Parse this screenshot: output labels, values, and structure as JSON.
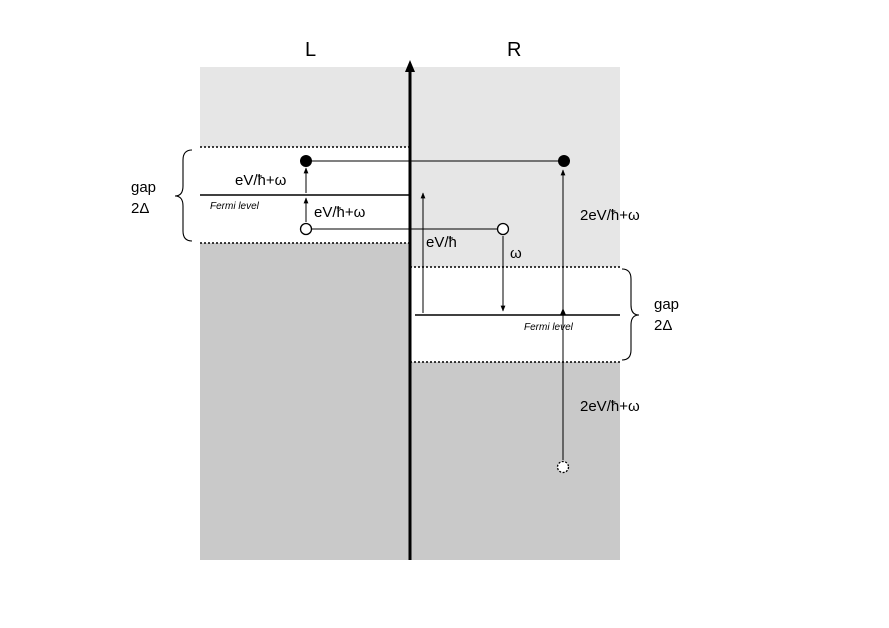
{
  "labels": {
    "left_side": "L",
    "right_side": "R",
    "gap_left_line1": "gap",
    "gap_left_line2": "2Δ",
    "gap_right_line1": "gap",
    "gap_right_line2": "2Δ",
    "fermi_left": "Fermi level",
    "fermi_right": "Fermi  level",
    "ev_hbar_omega_upper": "eV/ħ+ω",
    "ev_hbar_omega_lower": "eV/ħ+ω",
    "ev_hbar": "eV/ħ",
    "omega": "ω",
    "two_ev_upper": "2eV/ħ+ω",
    "two_ev_lower": "2eV/ħ+ω"
  },
  "colors": {
    "filled_band": "#c9c9c9",
    "empty_band": "#e6e6e6",
    "gap": "#ffffff",
    "line": "#000000"
  }
}
